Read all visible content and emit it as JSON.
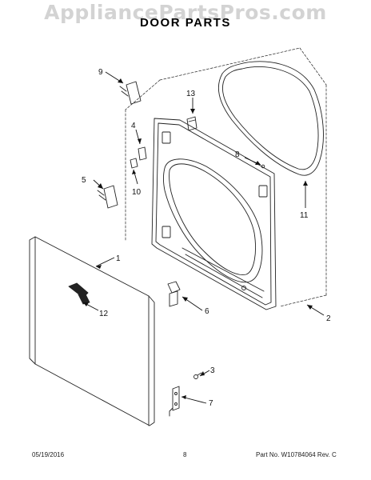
{
  "watermark": "AppliancePartsPros.com",
  "title": "DOOR PARTS",
  "footer": {
    "date": "05/19/2016",
    "page": "8",
    "part_info": "Part No.  W10784064  Rev. C"
  },
  "callouts": [
    "1",
    "2",
    "3",
    "4",
    "5",
    "6",
    "7",
    "8",
    "9",
    "10",
    "11",
    "12",
    "13"
  ]
}
